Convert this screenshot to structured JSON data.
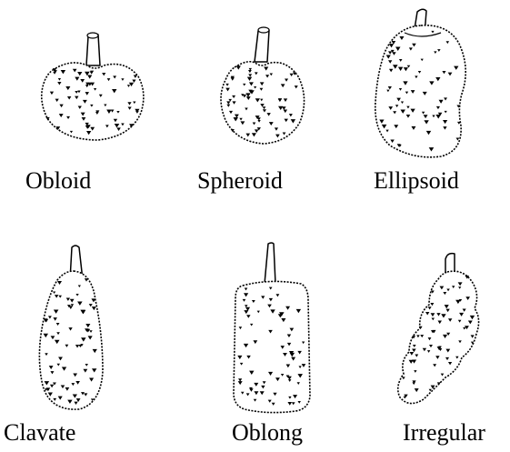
{
  "shapes": [
    {
      "label": "Obloid"
    },
    {
      "label": "Spheroid"
    },
    {
      "label": "Ellipsoid"
    },
    {
      "label": "Clavate"
    },
    {
      "label": "Oblong"
    },
    {
      "label": "Irregular"
    }
  ]
}
